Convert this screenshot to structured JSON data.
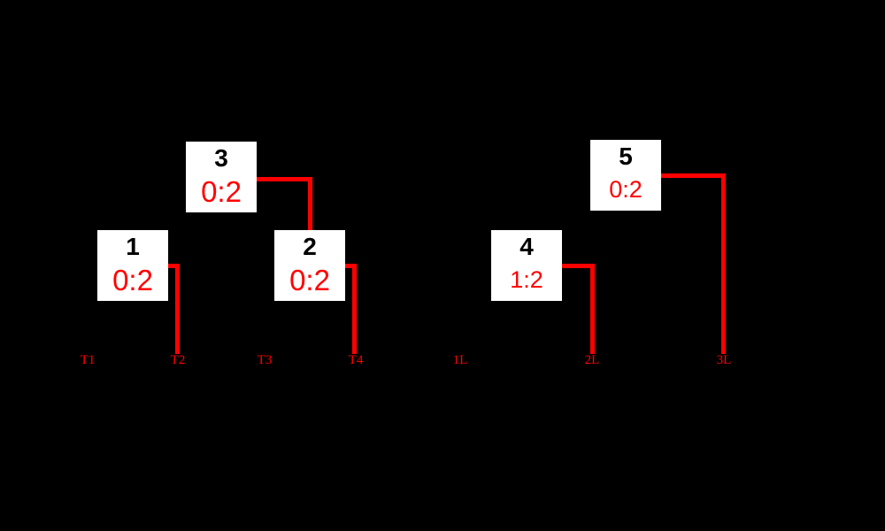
{
  "canvas": {
    "background": "#000000"
  },
  "colors": {
    "line": "#ff0000",
    "box": "#ffffff",
    "number": "#000000",
    "score": "#ff0000",
    "label": "#ff0000"
  },
  "matches": [
    {
      "number": "1",
      "score": "0:2"
    },
    {
      "number": "2",
      "score": "0:2"
    },
    {
      "number": "3",
      "score": "0:2"
    },
    {
      "number": "4",
      "score": "1:2"
    },
    {
      "number": "5",
      "score": "0:2"
    }
  ],
  "slots": [
    {
      "label": "T1"
    },
    {
      "label": "T2"
    },
    {
      "label": "T3"
    },
    {
      "label": "T4"
    },
    {
      "label": "1L"
    },
    {
      "label": "2L"
    },
    {
      "label": "3L"
    }
  ],
  "connections": [
    {
      "from": "match-1",
      "to": "slot-T2"
    },
    {
      "from": "match-3",
      "to": "match-2"
    },
    {
      "from": "match-2",
      "to": "slot-T4"
    },
    {
      "from": "match-4",
      "to": "slot-2L"
    },
    {
      "from": "match-5",
      "to": "slot-3L"
    }
  ]
}
